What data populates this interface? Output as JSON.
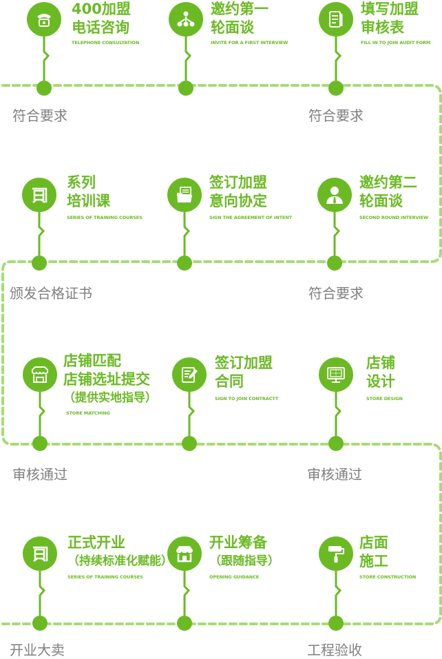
{
  "accent": "#6bba24",
  "dash_color": "#a5dc74",
  "steps": [
    {
      "title": [
        "400加盟",
        "电话咨询"
      ],
      "sub": "TELEPHONE CONSULTATION",
      "icon": "telephone-icon"
    },
    {
      "title": [
        "邀约第一",
        "轮面谈"
      ],
      "sub": "INVITE FOR A FIRST INTERVIEW",
      "icon": "network-icon"
    },
    {
      "title": [
        "填写加盟",
        "审核表"
      ],
      "sub": "FILL IN TO JOIN AUDIT FORM",
      "icon": "form-icon"
    },
    {
      "title": [
        "系列",
        "培训课"
      ],
      "sub": "SERIES OF TRAINING COURSES",
      "icon": "book-icon"
    },
    {
      "title": [
        "签订加盟",
        "意向协定"
      ],
      "sub": "SIGN THE AGREEMENT OF INTENT",
      "icon": "folder-icon"
    },
    {
      "title": [
        "邀约第二",
        "轮面谈"
      ],
      "sub": "SECOND ROUND INTERVIEW",
      "icon": "person-icon"
    },
    {
      "title": [
        "店铺匹配",
        "店铺选址提交",
        "（提供实地指导）"
      ],
      "sub": "STORE MATCHING",
      "icon": "storefront-icon"
    },
    {
      "title": [
        "签订加盟",
        "合同"
      ],
      "sub": "SIGN TO JOIN CONTRACTT",
      "icon": "contract-icon"
    },
    {
      "title": [
        "店铺",
        "设计"
      ],
      "sub": "STORE DESIGN",
      "icon": "monitor-icon"
    },
    {
      "title": [
        "正式开业",
        "（持续标准化赋能）"
      ],
      "sub": "SERIES OF TRAINING COURSES",
      "icon": "book-icon"
    },
    {
      "title": [
        "开业筹备",
        "（跟随指导）"
      ],
      "sub": "OPENING GUIDANCE",
      "icon": "shop-icon"
    },
    {
      "title": [
        "店面",
        "施工"
      ],
      "sub": "STORE CONSTRUCTION",
      "icon": "paint-roller-icon"
    }
  ],
  "conditions": [
    "符合要求",
    "符合要求",
    "颁发合格证书",
    "符合要求",
    "审核通过",
    "审核通过",
    "开业大卖",
    "工程验收"
  ]
}
